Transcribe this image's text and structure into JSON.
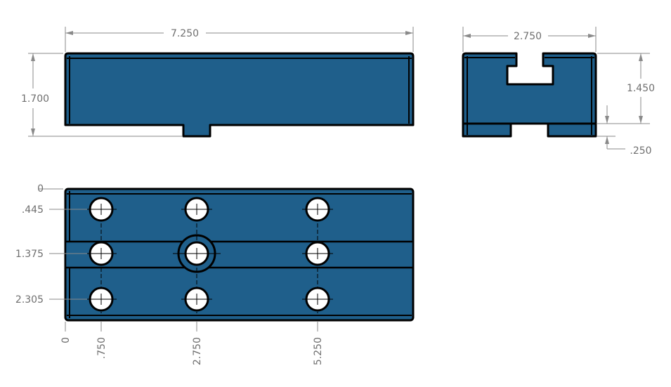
{
  "front_view": {
    "width_label": "7.250",
    "height_label": "1.700"
  },
  "side_view": {
    "width_label": "2.750",
    "height_label": "1.450",
    "foot_label": ".250"
  },
  "top_view": {
    "y_labels": [
      "0",
      ".445",
      "1.375",
      "2.305"
    ],
    "x_labels": [
      "0",
      ".750",
      "2.750",
      "5.250"
    ]
  },
  "colors": {
    "body": "#1f5f8b",
    "outline": "#000000",
    "dimension": "#8a8a8a"
  }
}
